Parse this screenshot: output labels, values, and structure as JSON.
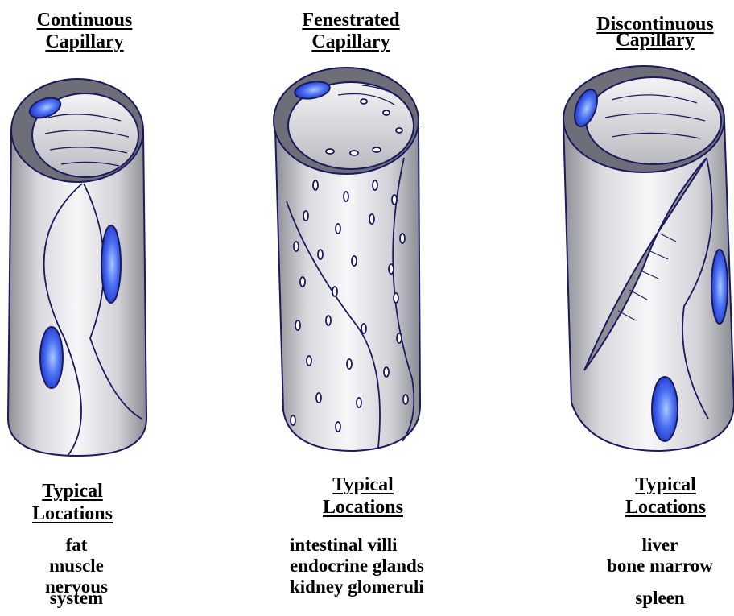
{
  "diagram": {
    "capillaries": [
      {
        "title_line1": "Continuous",
        "title_line2": "Capillary",
        "locations_heading_line1": "Typical",
        "locations_heading_line2": "Locations",
        "locations": [
          "fat",
          "muscle",
          "nervous",
          "system"
        ]
      },
      {
        "title_line1": "Fenestrated",
        "title_line2": "Capillary",
        "locations_heading_line1": "Typical",
        "locations_heading_line2": "Locations",
        "locations": [
          "intestinal villi",
          "endocrine glands",
          "kidney glomeruli"
        ]
      },
      {
        "title_line1": "Discontinuous",
        "title_line2": "Capillary",
        "locations_heading_line1": "Typical",
        "locations_heading_line2": "Locations",
        "locations": [
          "liver",
          "bone marrow",
          "spleen"
        ]
      }
    ],
    "colors": {
      "outline": "#1a1a5e",
      "wall_light": "#f2f2f4",
      "wall_dark": "#9a9aa2",
      "rim": "#777780",
      "nucleus": "#1f3fd8",
      "nucleus_light": "#8fb6ff"
    }
  }
}
